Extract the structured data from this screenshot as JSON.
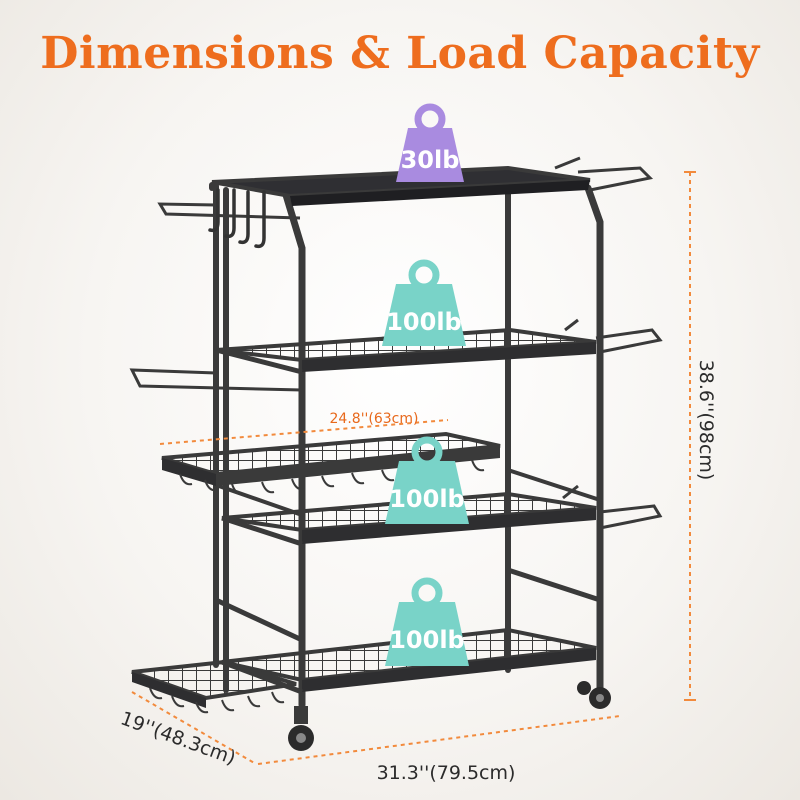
{
  "title": "Dimensions & Load Capacity",
  "weights": {
    "top": "30lb",
    "upper": "100lb",
    "middle": "100lb",
    "bottom": "100lb"
  },
  "dimensions": {
    "height": "38.6''(98cm)",
    "width": "31.3''(79.5cm)",
    "depth": "19''(48.3cm)",
    "tray": "24.8''(63cm)"
  },
  "colors": {
    "title": "#ee6d1e",
    "dim_line": "#f28a3c",
    "weight_top": "#a98be0",
    "weight_shelf": "#79d3c8",
    "frame": "#3a3a3a"
  },
  "icons": [
    "weight-icon",
    "rack-illustration"
  ]
}
